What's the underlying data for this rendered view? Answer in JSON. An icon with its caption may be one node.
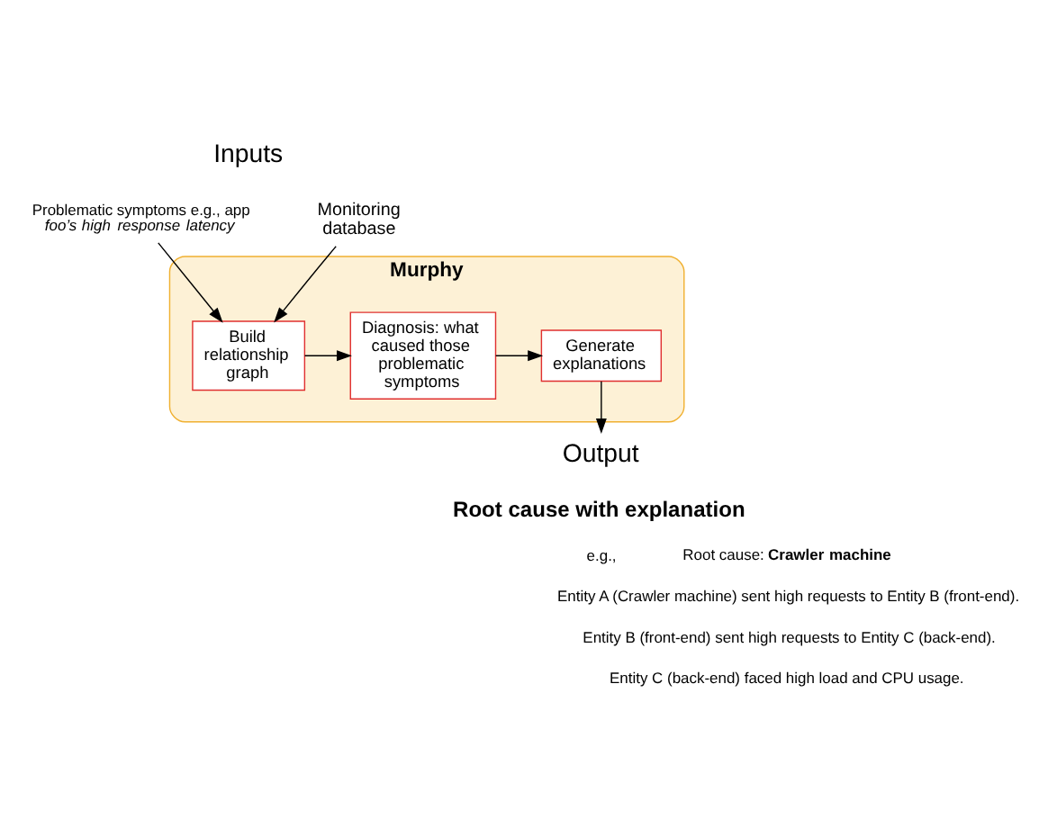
{
  "diagram": {
    "nodes": [
      {
        "text": [
          "Problematic symptoms e.g., app *foo’s high response latency*"
        ]
      },
      {
        "text": [
          "Monitoring database"
        ]
      },
      {
        "text": [
          "Murphy"
        ]
      },
      {
        "text": [
          "Build relationship graph"
        ],
        "in": 2
      },
      {
        "text": [
          "Diagnosis: what caused those problematic symptoms"
        ],
        "in": 2
      },
      {
        "text": [
          "Generate explanations"
        ],
        "in": 2
      },
      {
        "text": [
          "Output"
        ]
      }
    ],
    "edges": [
      {
        "from": 0,
        "to": 3,
        "arrow": "to"
      },
      {
        "from": 1,
        "to": 3,
        "arrow": "to"
      },
      {
        "from": 3,
        "to": 4,
        "arrow": "to"
      },
      {
        "from": 4,
        "to": 5,
        "arrow": "to"
      },
      {
        "from": 5,
        "to": 6,
        "arrow": "to"
      }
    ],
    "labels": [
      "Inputs",
      "Root cause with explanation",
      "e.g.,",
      "Root cause: **Crawler machine**",
      "Entity A (Crawler machine) sent high requests to Entity B (front-end).",
      "Entity B (front-end) sent high requests to Entity C (back-end).",
      "Entity C (back-end) faced high load and CPU usage."
    ]
  }
}
